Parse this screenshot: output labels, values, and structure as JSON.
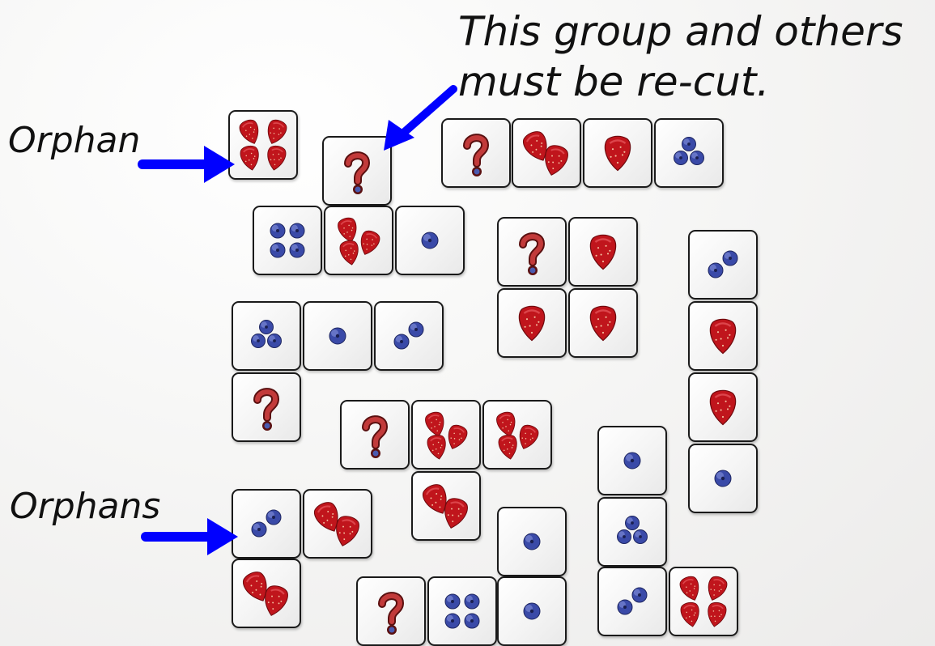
{
  "annotations": {
    "recut_line1": "This group and others",
    "recut_line2": "must be re-cut.",
    "orphan": "Orphan",
    "orphans": "Orphans"
  },
  "colors": {
    "arrow": "#0000ff",
    "strawberry": "#c0151c",
    "blueberry": "#3a4aa8",
    "tile_border": "#1a1a1a"
  },
  "tile_legend": {
    "S": "one strawberry",
    "SS": "two strawberries",
    "SSS": "three strawberries",
    "SSSS": "four strawberries",
    "B": "one blueberry",
    "BB": "two blueberries",
    "BBB": "three blueberries",
    "BBBB": "four blueberries",
    "Q": "question-mark icon"
  },
  "tiles": [
    {
      "id": "t1",
      "content": "SSSS"
    },
    {
      "id": "t2",
      "content": "Q"
    },
    {
      "id": "t3",
      "content": "Q"
    },
    {
      "id": "t4",
      "content": "SS"
    },
    {
      "id": "t5",
      "content": "S"
    },
    {
      "id": "t6",
      "content": "BBB"
    },
    {
      "id": "t7",
      "content": "BBBB"
    },
    {
      "id": "t8",
      "content": "SSS"
    },
    {
      "id": "t9",
      "content": "B"
    },
    {
      "id": "t10",
      "content": "Q"
    },
    {
      "id": "t11",
      "content": "S"
    },
    {
      "id": "t12",
      "content": "BB"
    },
    {
      "id": "t13",
      "content": "S"
    },
    {
      "id": "t14",
      "content": "S"
    },
    {
      "id": "t15",
      "content": "BBB"
    },
    {
      "id": "t16",
      "content": "B"
    },
    {
      "id": "t17",
      "content": "BB"
    },
    {
      "id": "t18",
      "content": "S"
    },
    {
      "id": "t19",
      "content": "Q"
    },
    {
      "id": "t20",
      "content": "Q"
    },
    {
      "id": "t21",
      "content": "SSS"
    },
    {
      "id": "t22",
      "content": "SSS"
    },
    {
      "id": "t23",
      "content": "S"
    },
    {
      "id": "t24",
      "content": "B"
    },
    {
      "id": "t25",
      "content": "B"
    },
    {
      "id": "t26",
      "content": "SS"
    },
    {
      "id": "t27",
      "content": "BB"
    },
    {
      "id": "t28",
      "content": "SS"
    },
    {
      "id": "t29",
      "content": "B"
    },
    {
      "id": "t30",
      "content": "BBB"
    },
    {
      "id": "t31",
      "content": "SS"
    },
    {
      "id": "t32",
      "content": "Q"
    },
    {
      "id": "t33",
      "content": "BBBB"
    },
    {
      "id": "t34",
      "content": "B"
    },
    {
      "id": "t35",
      "content": "BB"
    },
    {
      "id": "t36",
      "content": "SSSS"
    }
  ]
}
